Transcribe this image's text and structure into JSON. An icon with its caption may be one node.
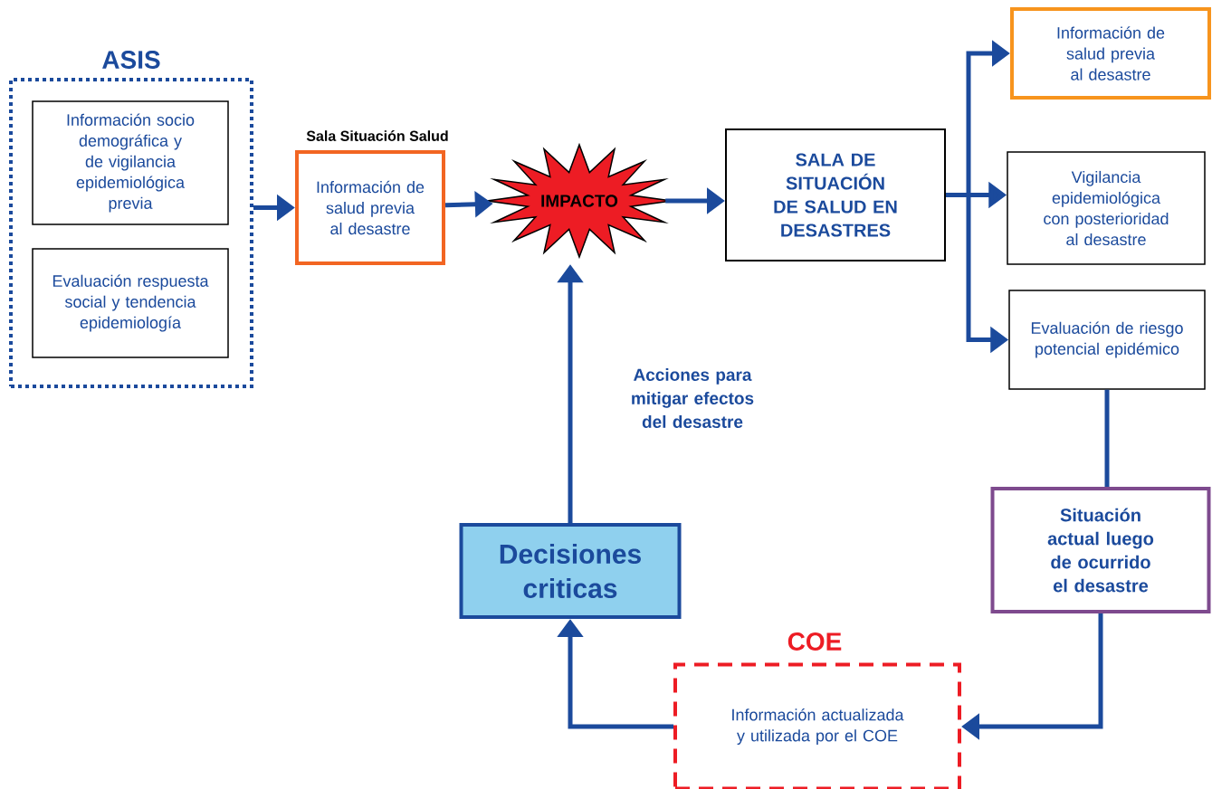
{
  "diagram": {
    "nodes": [
      {
        "text": [
          "ASIS"
        ]
      },
      {
        "text": [
          "Información socio demográfica y de vigilancia epidemiológica previa"
        ],
        "in": 0
      },
      {
        "text": [
          "Evaluación respuesta social y tendencia epidemiología"
        ],
        "in": 0
      },
      {
        "text": [
          "Sala Situación Salud",
          "Información de salud previa al desastre"
        ]
      },
      {
        "text": [
          "IMPACTO"
        ]
      },
      {
        "text": [
          "SALA DE SITUACIÓN DE SALUD EN DESASTRES"
        ]
      },
      {
        "text": [
          "Información de salud previa al desastre"
        ]
      },
      {
        "text": [
          "Vigilancia epidemiológica con posterioridad al desastre"
        ]
      },
      {
        "text": [
          "Evaluación de riesgo potencial epidémico"
        ]
      },
      {
        "text": [
          "Situación actual luego de ocurrido el desastre"
        ]
      },
      {
        "text": [
          "COE",
          "Información actualizada y utilizada por el COE"
        ]
      },
      {
        "text": [
          "Decisiones criticas"
        ]
      }
    ],
    "edges": [
      {
        "from": 0,
        "to": 3,
        "arrow": "to"
      },
      {
        "from": 3,
        "to": 4,
        "arrow": "to"
      },
      {
        "from": 4,
        "to": 5,
        "arrow": "to"
      },
      {
        "from": 5,
        "to": 6,
        "arrow": "to"
      },
      {
        "from": 5,
        "to": 7,
        "arrow": "to"
      },
      {
        "from": 5,
        "to": 8,
        "arrow": "to"
      },
      {
        "from": 8,
        "to": 9,
        "arrow": "none"
      },
      {
        "from": 9,
        "to": 10,
        "arrow": "to"
      },
      {
        "from": 10,
        "to": 11,
        "arrow": "to"
      },
      {
        "from": 11,
        "to": 4,
        "arrow": "to",
        "label": "Acciones para mitigar efectos del desastre"
      }
    ]
  }
}
